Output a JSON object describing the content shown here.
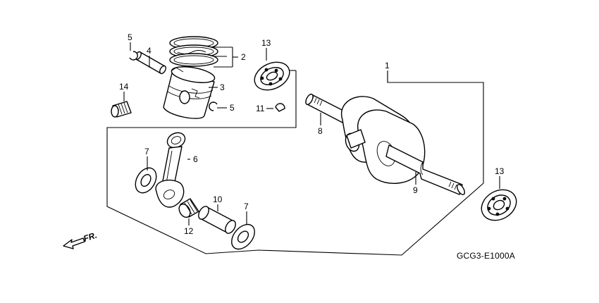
{
  "callouts": {
    "c1": "1",
    "c2": "2",
    "c3": "3",
    "c4": "4",
    "c5a": "5",
    "c5b": "5",
    "c6": "6",
    "c7a": "7",
    "c7b": "7",
    "c8": "8",
    "c9": "9",
    "c10": "10",
    "c11": "11",
    "c12": "12",
    "c13a": "13",
    "c13b": "13",
    "c14": "14"
  },
  "diagram_code": "GCG3-E1000A",
  "direction_label": "FR."
}
